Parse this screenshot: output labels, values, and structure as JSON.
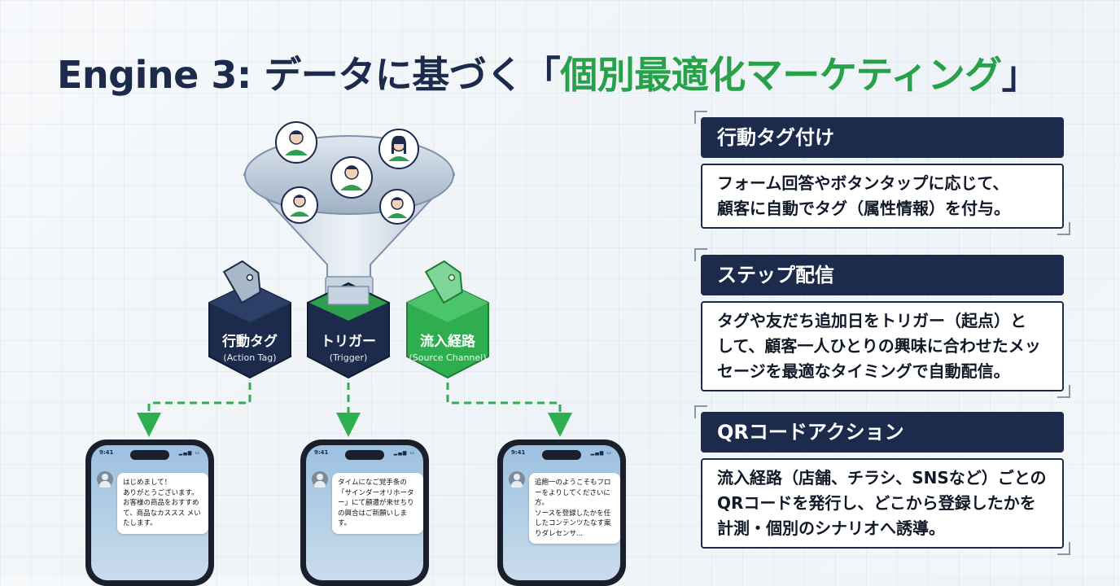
{
  "title": {
    "prefix": "Engine 3: データに基づく「",
    "highlight": "個別最適化マーケティング",
    "suffix": "」"
  },
  "colors": {
    "navy": "#1c2b4b",
    "green": "#27a24a",
    "panel_border": "#1c2b4b"
  },
  "hexagons": [
    {
      "label": "行動タグ",
      "sub": "(Action Tag)",
      "color": "navy",
      "icon": "tag-icon"
    },
    {
      "label": "トリガー",
      "sub": "(Trigger)",
      "color": "navy",
      "icon": "funnel-outlet-icon"
    },
    {
      "label": "流入経路",
      "sub": "(Source Channel)",
      "color": "green",
      "icon": "tag-icon"
    }
  ],
  "funnel": {
    "icon": "funnel-icon",
    "people_icon": "user-avatar-icon"
  },
  "phones": [
    {
      "time": "9:41",
      "message": "はじめまして！\nありがとうございます。\nお客様の商品をおすすめて、商品なカススス メいたします。"
    },
    {
      "time": "9:41",
      "message": "タイムになご覚手条の「サインダーオリホーター」にて顧遭が来せちりの興合はご新願いします。"
    },
    {
      "time": "9:41",
      "message": "追飽一のようこそもフローをよりしてくださいに方。\nソースを登録したかを任したコンテンツたなす案りダレセンサ..."
    }
  ],
  "panels": [
    {
      "heading": "行動タグ付け",
      "lines": [
        "フォーム回答やボタンタップに応じて、",
        "顧客に自動でタグ（属性情報）を付与。"
      ]
    },
    {
      "heading": "ステップ配信",
      "lines": [
        "タグや友だち追加日をトリガー（起点）と",
        "して、顧客一人ひとりの興味に合わせたメッ",
        "セージを最適なタイミングで自動配信。"
      ]
    },
    {
      "heading": "QRコードアクション",
      "lines": [
        "流入経路（店舗、チラシ、SNSなど）ごとの",
        "QRコードを発行し、どこから登録したかを",
        "計測・個別のシナリオへ誘導。"
      ]
    }
  ]
}
